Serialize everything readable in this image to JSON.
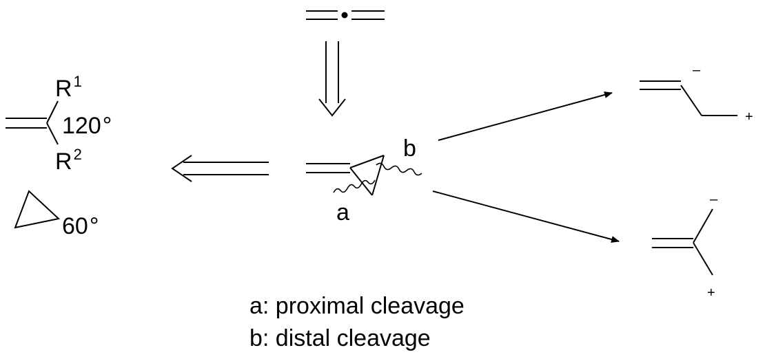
{
  "labels": {
    "r1": "R",
    "r1_sup": "1",
    "r2": "R",
    "r2_sup": "2",
    "angle_alkene": "120",
    "angle_ring": "60",
    "degree_symbol": "°",
    "cleavage_a": "a",
    "cleavage_b": "b"
  },
  "charges": {
    "top_minus": "–",
    "top_plus": "+",
    "bottom_minus": "–",
    "bottom_plus": "+"
  },
  "legend": {
    "line_a": "a: proximal cleavage",
    "line_b": "b: distal cleavage"
  }
}
